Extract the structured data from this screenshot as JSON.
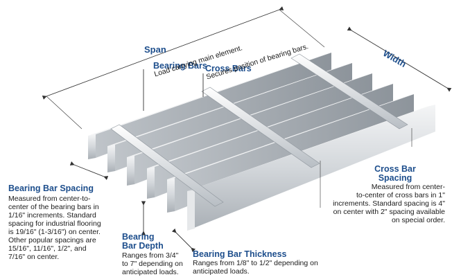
{
  "labels": {
    "span": "Span",
    "width": "Width",
    "bearing_bars": {
      "title": "Bearing Bars",
      "desc": "Load carrying main element."
    },
    "cross_bars": {
      "title": "Cross Bars",
      "desc": "Secures position of bearing bars."
    },
    "bearing_bar_spacing": {
      "title": "Bearing Bar Spacing",
      "lines": [
        "Measured from center-to-",
        "center of the bearing bars in",
        "1/16\" increments.  Standard",
        "spacing for industrial flooring",
        "is 19/16\" (1-3/16\") on center.",
        "Other popular spacings are",
        "15/16\", 11/16\", 1/2\", and",
        "7/16\" on center."
      ]
    },
    "bearing_bar_depth": {
      "title_line1": "Bearing",
      "title_line2": "Bar Depth",
      "lines": [
        "Ranges from 3/4\"",
        "to 7\" depending on",
        "anticipated loads."
      ]
    },
    "bearing_bar_thickness": {
      "title": "Bearing Bar Thickness",
      "lines": [
        "Ranges from 1/8\" to 1/2\" depending on",
        "anticipated loads."
      ]
    },
    "cross_bar_spacing": {
      "title_line1": "Cross Bar",
      "title_line2": "Spacing",
      "lines": [
        "Measured from center-",
        "to-center of cross bars in 1\"",
        "increments.  Standard spacing is 4\"",
        "on center with 2\" spacing available",
        "on special order."
      ]
    }
  },
  "colors": {
    "label_blue": "#1d4e8c",
    "bar_face": "#d4d8dc",
    "bar_top": "#eef0f2",
    "bar_side": "#9aa1a8",
    "line": "#333333"
  }
}
